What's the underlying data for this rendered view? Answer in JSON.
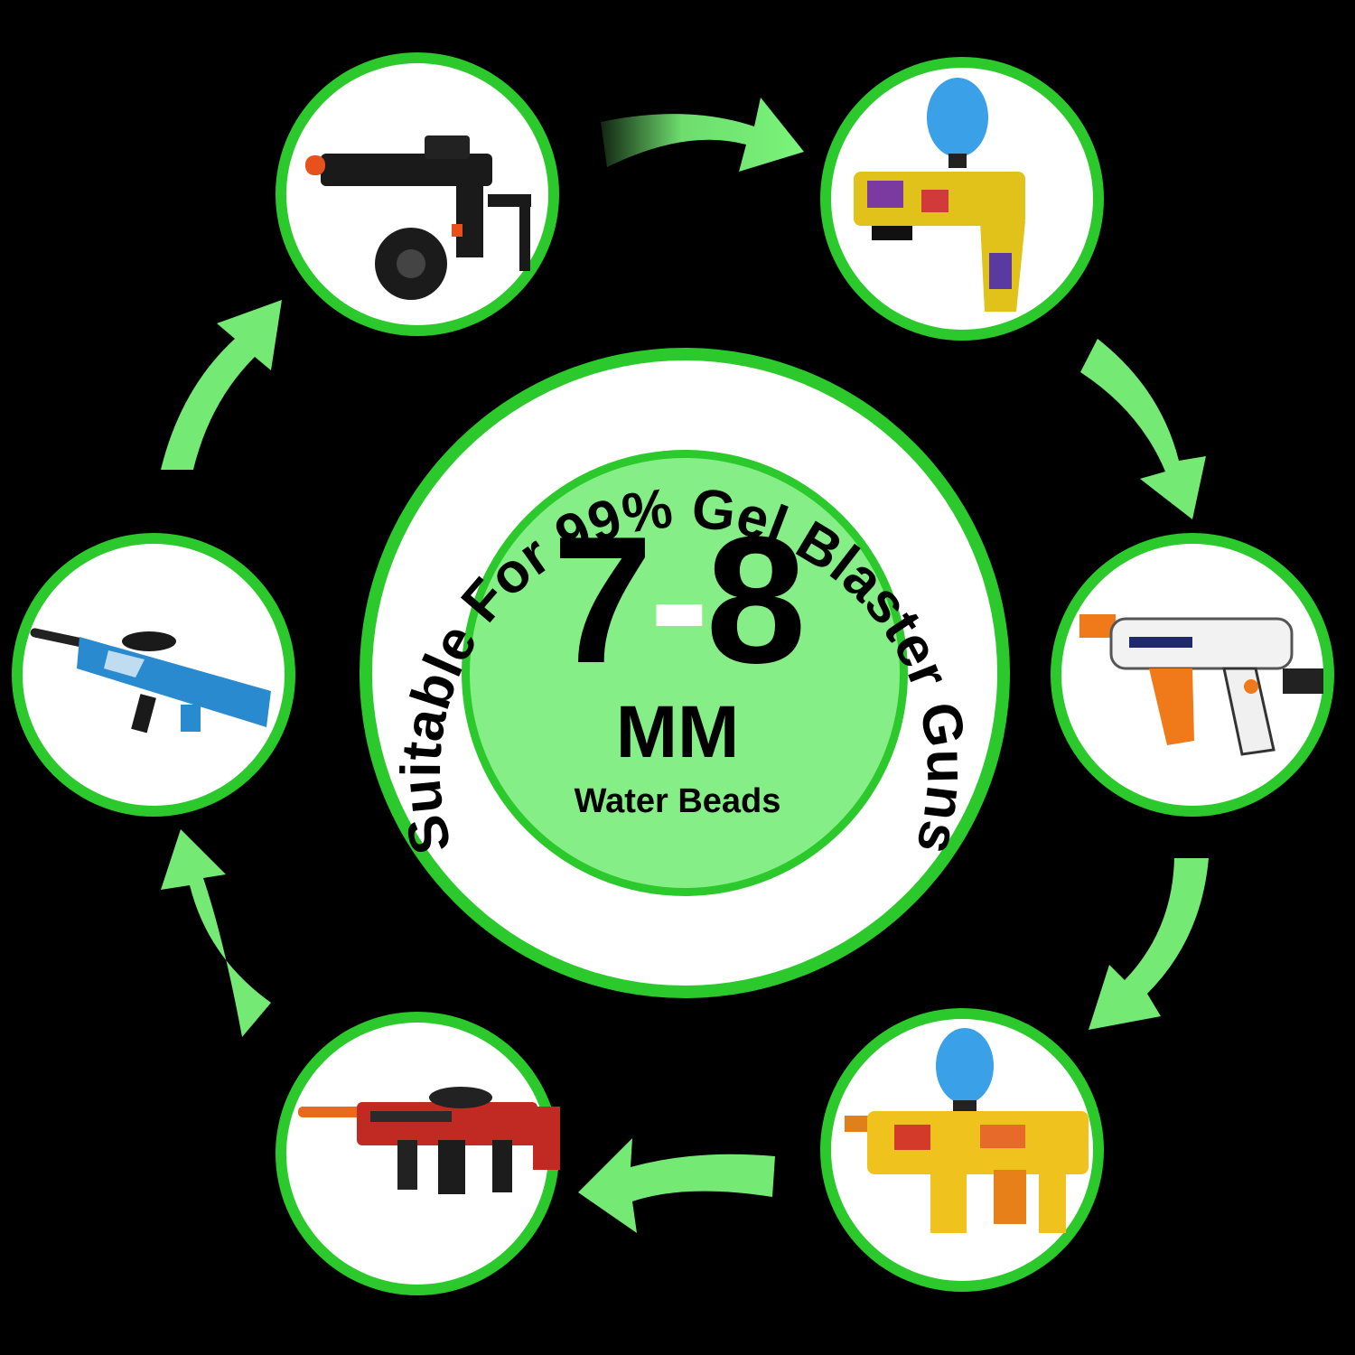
{
  "arc_text": "Suitable For 99% Gel Blaster Guns",
  "size": {
    "from": "7",
    "dash": "-",
    "to": "8"
  },
  "unit": "MM",
  "subtitle": "Water Beads",
  "colors": {
    "background": "#000000",
    "ring": "#2cc92c",
    "accent": "#7cf27c",
    "arrow": "#7af57a",
    "inner_disc": "#86ee86"
  },
  "products": [
    {
      "name": "black drum-magazine blaster",
      "icon": "black-blaster-icon"
    },
    {
      "name": "graffiti gel pistol with bead hopper",
      "icon": "graffiti-pistol-icon"
    },
    {
      "name": "white-orange gel blaster",
      "icon": "white-orange-blaster-icon"
    },
    {
      "name": "yellow comic SMG with bead hopper",
      "icon": "yellow-smg-icon"
    },
    {
      "name": "red camo rifle",
      "icon": "red-rifle-icon"
    },
    {
      "name": "blue splash rifle",
      "icon": "blue-rifle-icon"
    }
  ]
}
